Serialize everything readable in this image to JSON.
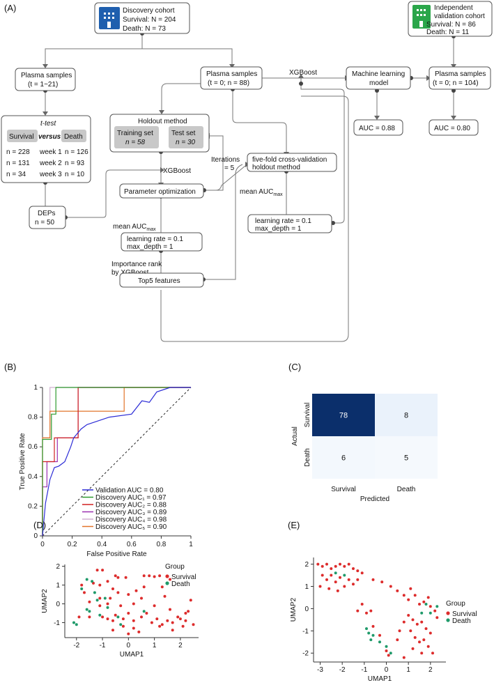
{
  "panels": {
    "a": "(A)",
    "b": "(B)",
    "c": "(C)",
    "d": "(D)",
    "e": "(E)"
  },
  "flowchart": {
    "discovery": {
      "title": "Discovery cohort",
      "survival": "Survival: N = 204",
      "death": "Death: N = 73"
    },
    "validation": {
      "line1": "Independent",
      "line2": "validation cohort",
      "survival": "Survival: N = 86",
      "death": "Death: N = 11"
    },
    "plasma_left": {
      "line1": "Plasma samples",
      "line2": "(t = 1~21)"
    },
    "plasma_mid": {
      "line1": "Plasma samples",
      "line2": "(t = 0; n = 88)"
    },
    "plasma_right": {
      "line1": "Plasma samples",
      "line2": "(t = 0; n = 104)"
    },
    "xgboost_top": "XGBoost",
    "ml_model": {
      "line1": "Machine learning",
      "line2": "model"
    },
    "auc_ml": "AUC = 0.88",
    "auc_val": "AUC = 0.80",
    "ttest": {
      "title": "t-test",
      "survival": "Survival",
      "versus": "versus",
      "death": "Death",
      "rows": [
        {
          "left": "n = 228",
          "week": "week  1",
          "right": "n = 126"
        },
        {
          "left": "n = 131",
          "week": "week  2",
          "right": "n = 93"
        },
        {
          "left": "n = 34",
          "week": "week  3",
          "right": "n = 10"
        }
      ]
    },
    "holdout": {
      "title": "Holdout method",
      "train": "Training set",
      "train_n": "n = 58",
      "test": "Test set",
      "test_n": "n = 30"
    },
    "iterations": {
      "line1": "Iterations",
      "line2": "= 5"
    },
    "xgboost_mid": "XGBoost",
    "param_opt": "Parameter optimization",
    "deps": {
      "line1": "DEPs",
      "line2": "n = 50"
    },
    "mean_auc_left": {
      "main": "mean AUC",
      "sub": "max"
    },
    "lr_left": {
      "line1": "learning rate = 0.1",
      "line2": "max_depth = 1"
    },
    "importance": {
      "line1": "Importance rank",
      "line2": "by XGBoost"
    },
    "top5": "Top5 features",
    "cv": {
      "line1": "five-fold cross-validation",
      "line2": "holdout method"
    },
    "mean_auc_right": {
      "main": "mean AUC",
      "sub": "max"
    },
    "lr_right": {
      "line1": "learning rate = 0.1",
      "line2": "max_depth = 1"
    }
  },
  "roc": {
    "xlabel": "False Positive Rate",
    "ylabel": "True Positive Rate",
    "xticks": [
      "0",
      "0.2",
      "0.4",
      "0.6",
      "0.8",
      "1"
    ],
    "yticks": [
      "0",
      "0.2",
      "0.4",
      "0.6",
      "0.8",
      "1"
    ],
    "legend": [
      {
        "label": "Validation AUC = 0.80",
        "color": "#2b2bd6"
      },
      {
        "label": "Discovery AUC₁ = 0.97",
        "color": "#2e9a2e"
      },
      {
        "label": "Discovery AUC₂ = 0.88",
        "color": "#d02020"
      },
      {
        "label": "Discovery AUC₃ = 0.89",
        "color": "#9b30b0"
      },
      {
        "label": "Discovery AUC₄ = 0.98",
        "color": "#d0b0d0"
      },
      {
        "label": "Discovery AUC₅ = 0.90",
        "color": "#e2742a"
      }
    ]
  },
  "confusion": {
    "xlabel": "Predicted",
    "ylabel": "Actual",
    "cols": [
      "Survival",
      "Death"
    ],
    "rows": [
      "Survival",
      "Death"
    ],
    "cells": [
      [
        "78",
        "8"
      ],
      [
        "6",
        "5"
      ]
    ],
    "colors": [
      [
        "#0b2f6b",
        "#eaf2fb"
      ],
      [
        "#f3f8fd",
        "#f5f9fd"
      ]
    ]
  },
  "chart_data": [
    {
      "type": "line",
      "title": "",
      "xlabel": "False Positive Rate",
      "ylabel": "True Positive Rate",
      "xlim": [
        0,
        1
      ],
      "ylim": [
        0,
        1
      ],
      "series": [
        {
          "name": "Validation AUC = 0.80",
          "x": [
            0,
            0.02,
            0.05,
            0.08,
            0.11,
            0.15,
            0.19,
            0.21,
            0.26,
            0.3,
            0.45,
            0.6,
            0.67,
            0.72,
            0.77,
            0.86,
            1
          ],
          "y": [
            0,
            0.22,
            0.38,
            0.46,
            0.47,
            0.5,
            0.6,
            0.66,
            0.72,
            0.75,
            0.8,
            0.82,
            0.91,
            0.9,
            0.97,
            1.0,
            1.0
          ]
        },
        {
          "name": "Discovery AUC₁ = 0.97",
          "x": [
            0,
            0,
            0.06,
            0.06,
            0.09,
            0.09,
            1
          ],
          "y": [
            0,
            0.65,
            0.65,
            0.82,
            0.82,
            1,
            1
          ]
        },
        {
          "name": "Discovery AUC₂ = 0.88",
          "x": [
            0,
            0,
            0.08,
            0.08,
            0.24,
            0.24,
            1
          ],
          "y": [
            0,
            0.5,
            0.5,
            0.66,
            0.66,
            1,
            1
          ]
        },
        {
          "name": "Discovery AUC₃ = 0.89",
          "x": [
            0,
            0,
            0.03,
            0.03,
            0.1,
            0.1,
            0.24,
            0.24,
            1
          ],
          "y": [
            0,
            0.33,
            0.33,
            0.5,
            0.5,
            0.66,
            0.66,
            1,
            1
          ]
        },
        {
          "name": "Discovery AUC₄ = 0.98",
          "x": [
            0,
            0,
            0.05,
            0.05,
            1
          ],
          "y": [
            0,
            0.66,
            0.66,
            1,
            1
          ]
        },
        {
          "name": "Discovery AUC₅ = 0.90",
          "x": [
            0,
            0,
            0.05,
            0.05,
            0.55,
            0.55,
            1
          ],
          "y": [
            0,
            0.66,
            0.66,
            0.84,
            0.84,
            1,
            1
          ]
        }
      ]
    },
    {
      "type": "heatmap",
      "xlabel": "Predicted",
      "ylabel": "Actual",
      "categories_x": [
        "Survival",
        "Death"
      ],
      "categories_y": [
        "Survival",
        "Death"
      ],
      "values": [
        [
          78,
          8
        ],
        [
          6,
          5
        ]
      ]
    },
    {
      "type": "scatter",
      "title": "",
      "xlabel": "UMAP1",
      "ylabel": "UMAP2",
      "xticks": [
        "-2",
        "-1",
        "0",
        "1",
        "2"
      ],
      "yticks": [
        "-1",
        "0",
        "1",
        "2"
      ],
      "xlim": [
        -2.45,
        2.7
      ],
      "ylim": [
        -1.8,
        2.1
      ],
      "legend": {
        "title": "Group",
        "entries": [
          {
            "name": "Survival",
            "color": "#dd2c2c"
          },
          {
            "name": "Death",
            "color": "#1f9a6a"
          }
        ]
      },
      "series": [
        {
          "name": "Survival",
          "points": [
            [
              -1.2,
              1.8
            ],
            [
              -1.0,
              1.8
            ],
            [
              -0.5,
              1.5
            ],
            [
              -0.4,
              1.4
            ],
            [
              -0.1,
              1.4
            ],
            [
              0.6,
              1.5
            ],
            [
              0.8,
              1.5
            ],
            [
              1.0,
              1.45
            ],
            [
              1.2,
              1.5
            ],
            [
              1.6,
              1.3
            ],
            [
              -1.8,
              1.0
            ],
            [
              -1.35,
              1.1
            ],
            [
              -1.1,
              1.0
            ],
            [
              -0.8,
              1.2
            ],
            [
              -0.6,
              0.8
            ],
            [
              -1.7,
              0.6
            ],
            [
              -0.4,
              0.6
            ],
            [
              0.3,
              0.7
            ],
            [
              0.6,
              0.9
            ],
            [
              1.3,
              0.9
            ],
            [
              1.4,
              0.4
            ],
            [
              -1.1,
              0.3
            ],
            [
              -0.7,
              0.3
            ],
            [
              0.0,
              0.5
            ],
            [
              0.5,
              0.3
            ],
            [
              -1.5,
              0.1
            ],
            [
              -1.1,
              -0.1
            ],
            [
              -0.8,
              0.0
            ],
            [
              -0.3,
              -0.1
            ],
            [
              0.2,
              0.0
            ],
            [
              -1.9,
              -0.7
            ],
            [
              -1.5,
              -0.7
            ],
            [
              -1.0,
              -0.7
            ],
            [
              -0.8,
              -0.8
            ],
            [
              -0.6,
              -0.9
            ],
            [
              -0.5,
              -0.6
            ],
            [
              -0.2,
              -0.8
            ],
            [
              0.0,
              -0.5
            ],
            [
              0.2,
              -0.9
            ],
            [
              0.5,
              -0.7
            ],
            [
              0.7,
              -0.5
            ],
            [
              0.9,
              -1.0
            ],
            [
              1.1,
              -0.8
            ],
            [
              1.3,
              -1.1
            ],
            [
              1.5,
              -0.9
            ],
            [
              1.7,
              -1.0
            ],
            [
              1.9,
              -0.7
            ],
            [
              2.1,
              -1.2
            ],
            [
              2.2,
              -0.5
            ],
            [
              2.3,
              -0.4
            ],
            [
              2.4,
              0.2
            ],
            [
              2.0,
              -0.8
            ],
            [
              1.6,
              -0.3
            ],
            [
              1.0,
              -0.1
            ],
            [
              -0.2,
              -1.2
            ],
            [
              0.2,
              -1.3
            ],
            [
              0.4,
              -1.5
            ],
            [
              0.0,
              -1.6
            ],
            [
              -0.6,
              -1.4
            ],
            [
              1.2,
              -1.2
            ],
            [
              1.7,
              -1.4
            ],
            [
              2.2,
              -0.9
            ],
            [
              2.5,
              -1.1
            ]
          ]
        },
        {
          "name": "Death",
          "points": [
            [
              -1.6,
              1.3
            ],
            [
              -1.4,
              1.2
            ],
            [
              -1.8,
              0.8
            ],
            [
              -1.3,
              0.6
            ],
            [
              -1.2,
              0.2
            ],
            [
              -0.9,
              0.3
            ],
            [
              -1.6,
              -0.3
            ],
            [
              -2.1,
              -1.0
            ],
            [
              -2.0,
              -1.1
            ],
            [
              -1.1,
              -0.6
            ],
            [
              -0.4,
              -0.7
            ],
            [
              -0.3,
              -1.1
            ],
            [
              0.6,
              -0.4
            ],
            [
              -0.8,
              -0.2
            ],
            [
              -1.5,
              -0.4
            ]
          ]
        }
      ]
    },
    {
      "type": "scatter",
      "title": "",
      "xlabel": "UMAP1",
      "ylabel": "UMAP2",
      "xticks": [
        "-3",
        "-2",
        "-1",
        "0",
        "1",
        "2"
      ],
      "yticks": [
        "-2",
        "-1",
        "0",
        "1",
        "2"
      ],
      "xlim": [
        -3.3,
        2.7
      ],
      "ylim": [
        -2.4,
        2.3
      ],
      "legend": {
        "title": "Group",
        "entries": [
          {
            "name": "Survival",
            "color": "#dd2c2c"
          },
          {
            "name": "Death",
            "color": "#1f9a6a"
          }
        ]
      },
      "series": [
        {
          "name": "Survival",
          "points": [
            [
              -3.1,
              2.0
            ],
            [
              -2.9,
              1.9
            ],
            [
              -2.7,
              2.0
            ],
            [
              -2.5,
              1.8
            ],
            [
              -2.3,
              1.9
            ],
            [
              -2.1,
              2.0
            ],
            [
              -1.9,
              1.9
            ],
            [
              -1.7,
              2.0
            ],
            [
              -1.5,
              1.8
            ],
            [
              -1.3,
              1.7
            ],
            [
              -1.1,
              1.6
            ],
            [
              -2.9,
              1.5
            ],
            [
              -2.7,
              1.3
            ],
            [
              -2.5,
              1.5
            ],
            [
              -2.3,
              1.2
            ],
            [
              -2.1,
              1.4
            ],
            [
              -1.9,
              1.0
            ],
            [
              -1.7,
              1.3
            ],
            [
              -1.5,
              1.1
            ],
            [
              -1.3,
              1.3
            ],
            [
              -3.0,
              1.0
            ],
            [
              -2.6,
              0.9
            ],
            [
              -2.2,
              0.8
            ],
            [
              -0.6,
              1.3
            ],
            [
              -0.2,
              1.2
            ],
            [
              0.2,
              1.0
            ],
            [
              0.5,
              0.8
            ],
            [
              0.8,
              0.6
            ],
            [
              1.0,
              0.4
            ],
            [
              1.3,
              0.6
            ],
            [
              1.5,
              0.2
            ],
            [
              1.7,
              0.3
            ],
            [
              2.0,
              0.1
            ],
            [
              2.2,
              -0.1
            ],
            [
              -1.3,
              -0.1
            ],
            [
              -1.1,
              0.2
            ],
            [
              -0.9,
              -0.2
            ],
            [
              -0.7,
              -0.1
            ],
            [
              1.0,
              -0.3
            ],
            [
              1.2,
              -0.5
            ],
            [
              1.4,
              -0.7
            ],
            [
              1.6,
              -0.6
            ],
            [
              1.8,
              -0.9
            ],
            [
              2.0,
              -1.1
            ],
            [
              1.1,
              -1.0
            ],
            [
              1.3,
              -1.3
            ],
            [
              1.5,
              -1.5
            ],
            [
              1.7,
              -1.4
            ],
            [
              1.9,
              -1.7
            ],
            [
              2.1,
              -2.0
            ],
            [
              1.2,
              -1.8
            ],
            [
              1.6,
              -2.0
            ],
            [
              0.8,
              -0.6
            ],
            [
              0.6,
              -1.0
            ],
            [
              0.5,
              -1.4
            ],
            [
              0.0,
              -1.9
            ],
            [
              0.1,
              -2.1
            ],
            [
              -0.3,
              -1.2
            ],
            [
              -0.6,
              -0.8
            ],
            [
              0.8,
              -2.2
            ],
            [
              2.3,
              -0.4
            ],
            [
              1.9,
              0.5
            ],
            [
              1.1,
              0.9
            ]
          ]
        },
        {
          "name": "Death",
          "points": [
            [
              -1.9,
              1.5
            ],
            [
              -2.3,
              1.6
            ],
            [
              -0.9,
              -0.9
            ],
            [
              -0.8,
              -1.1
            ],
            [
              -0.6,
              -1.2
            ],
            [
              -0.7,
              -1.4
            ],
            [
              -0.3,
              -1.5
            ],
            [
              0.0,
              -1.7
            ],
            [
              0.2,
              -2.0
            ],
            [
              1.8,
              0.2
            ],
            [
              2.0,
              -0.2
            ],
            [
              2.3,
              0.1
            ],
            [
              1.6,
              -0.2
            ]
          ]
        }
      ]
    }
  ]
}
